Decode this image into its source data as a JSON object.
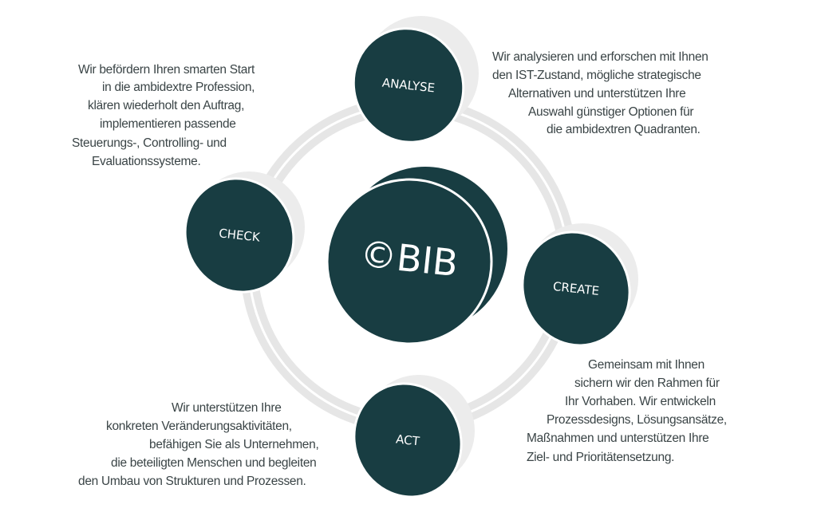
{
  "colors": {
    "node": "#183d42",
    "ring": "#e6e6e6",
    "shadow": "#ececec",
    "text": "#3a4446"
  },
  "center": {
    "label": "©BIB"
  },
  "nodes": {
    "analyse": {
      "label": "ANALYSE"
    },
    "check": {
      "label": "CHECK"
    },
    "create": {
      "label": "CREATE"
    },
    "act": {
      "label": "ACT"
    }
  },
  "texts": {
    "check": [
      "Wir befördern Ihren smarten Start",
      "in die ambidextre Profession,",
      "klären wiederholt den Auftrag,",
      "implementieren passende",
      "Steuerungs-, Controlling- und",
      "Evaluationssysteme."
    ],
    "analyse": [
      "Wir analysieren und erforschen mit Ihnen",
      "den IST-Zustand, mögliche strategische",
      "Alternativen und unterstützen Ihre",
      "Auswahl günstiger Optionen für",
      "die ambidextren Quadranten."
    ],
    "create": [
      "Gemeinsam mit Ihnen",
      "sichern wir den Rahmen für",
      "Ihr Vorhaben. Wir entwickeln",
      "Prozessdesigns, Lösungsansätze,",
      "Maßnahmen und unterstützen Ihre",
      "Ziel- und Prioritätensetzung."
    ],
    "act": [
      "Wir unterstützen Ihre",
      "konkreten Veränderungsaktivitäten,",
      "befähigen Sie als Unternehmen,",
      "die beteiligten Menschen und begleiten",
      "den Umbau von Strukturen und Prozessen."
    ]
  }
}
